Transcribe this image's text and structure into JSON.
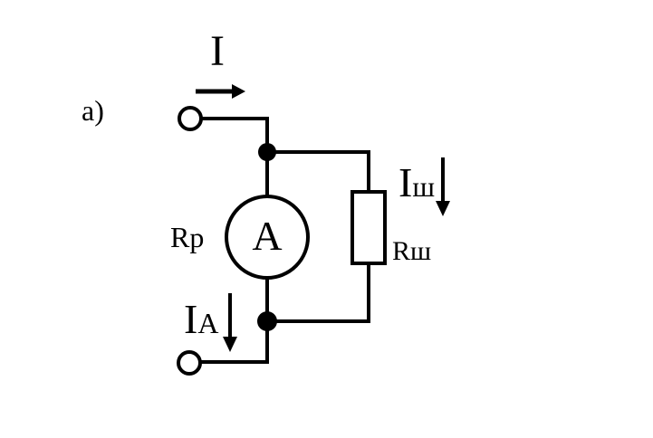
{
  "figure_label": "a)",
  "total_current": {
    "symbol": "I"
  },
  "ammeter": {
    "symbol": "A",
    "resistance_label": "Rp"
  },
  "ammeter_current": {
    "symbol": "I",
    "subscript": "A"
  },
  "shunt": {
    "resistance_label": "Rш"
  },
  "shunt_current": {
    "symbol": "I",
    "subscript": "ш"
  },
  "colors": {
    "line": "#000000",
    "background": "#ffffff"
  }
}
